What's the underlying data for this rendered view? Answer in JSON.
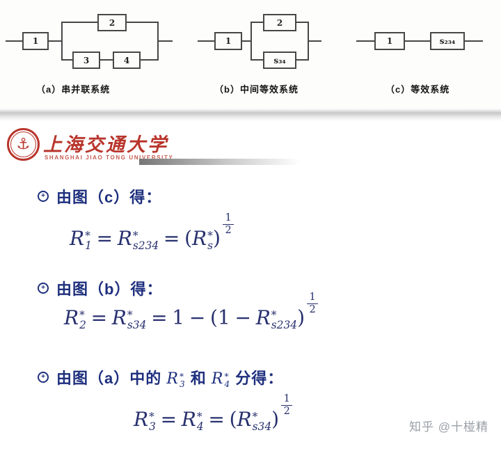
{
  "colors": {
    "heading": "#1e2f7d",
    "formula": "#27306e",
    "brand-red": "#b8352c",
    "brand-red-light": "#c65c50",
    "watermark": "#99a0a7",
    "diagram-line": "#474747"
  },
  "icons": {
    "bullet": "+",
    "emblem": "⚓"
  },
  "diagrams": {
    "a": {
      "caption": "（a）串并联系统",
      "blocks": {
        "b1": "1",
        "b2": "2",
        "b3": "3",
        "b4": "4"
      }
    },
    "b": {
      "caption": "（b）中间等效系统",
      "blocks": {
        "b1": "1",
        "b2": "2",
        "b34": "s₃₄"
      }
    },
    "c": {
      "caption": "（c）等效系统",
      "blocks": {
        "b1": "1",
        "b234": "s₂₃₄"
      }
    }
  },
  "slide": {
    "university_cn": "上海交通大学",
    "university_en": "SHANGHAI JIAO TONG UNIVERSITY",
    "bullets": [
      {
        "heading": [
          {
            "k": "t",
            "text": "由图（c）得："
          }
        ],
        "formula": [
          {
            "k": "v",
            "b": "R",
            "sup": "*",
            "sub": "1"
          },
          {
            "k": "o",
            "text": "="
          },
          {
            "k": "v",
            "b": "R",
            "sup": "*",
            "sub": "s234"
          },
          {
            "k": "o",
            "text": "="
          },
          {
            "k": "p",
            "text": "("
          },
          {
            "k": "v",
            "b": "R",
            "sup": "*",
            "sub": "s"
          },
          {
            "k": "p",
            "text": ")"
          },
          {
            "k": "f",
            "num": "1",
            "den": "2"
          }
        ]
      },
      {
        "heading": [
          {
            "k": "t",
            "text": "由图（b）得："
          }
        ],
        "formula": [
          {
            "k": "v",
            "b": "R",
            "sup": "*",
            "sub": "2"
          },
          {
            "k": "o",
            "text": "="
          },
          {
            "k": "v",
            "b": "R",
            "sup": "*",
            "sub": "s34"
          },
          {
            "k": "o",
            "text": "="
          },
          {
            "k": "n",
            "text": "1"
          },
          {
            "k": "o",
            "text": "−"
          },
          {
            "k": "p",
            "text": "("
          },
          {
            "k": "n",
            "text": "1"
          },
          {
            "k": "o",
            "text": "−"
          },
          {
            "k": "v",
            "b": "R",
            "sup": "*",
            "sub": "s234"
          },
          {
            "k": "p",
            "text": ")"
          },
          {
            "k": "f",
            "num": "1",
            "den": "2"
          }
        ]
      },
      {
        "heading": [
          {
            "k": "t",
            "text": "由图（a）中的 "
          },
          {
            "k": "v",
            "b": "R",
            "sup": "*",
            "sub": "3"
          },
          {
            "k": "t",
            "text": " 和 "
          },
          {
            "k": "v",
            "b": "R",
            "sup": "*",
            "sub": "4"
          },
          {
            "k": "t",
            "text": " 分得："
          }
        ],
        "formula": [
          {
            "k": "v",
            "b": "R",
            "sup": "*",
            "sub": "3"
          },
          {
            "k": "o",
            "text": "="
          },
          {
            "k": "v",
            "b": "R",
            "sup": "*",
            "sub": "4"
          },
          {
            "k": "o",
            "text": "="
          },
          {
            "k": "p",
            "text": "("
          },
          {
            "k": "v",
            "b": "R",
            "sup": "*",
            "sub": "s34"
          },
          {
            "k": "p",
            "text": ")"
          },
          {
            "k": "f",
            "num": "1",
            "den": "2"
          }
        ]
      }
    ],
    "watermark": "知乎 @十椪精"
  }
}
